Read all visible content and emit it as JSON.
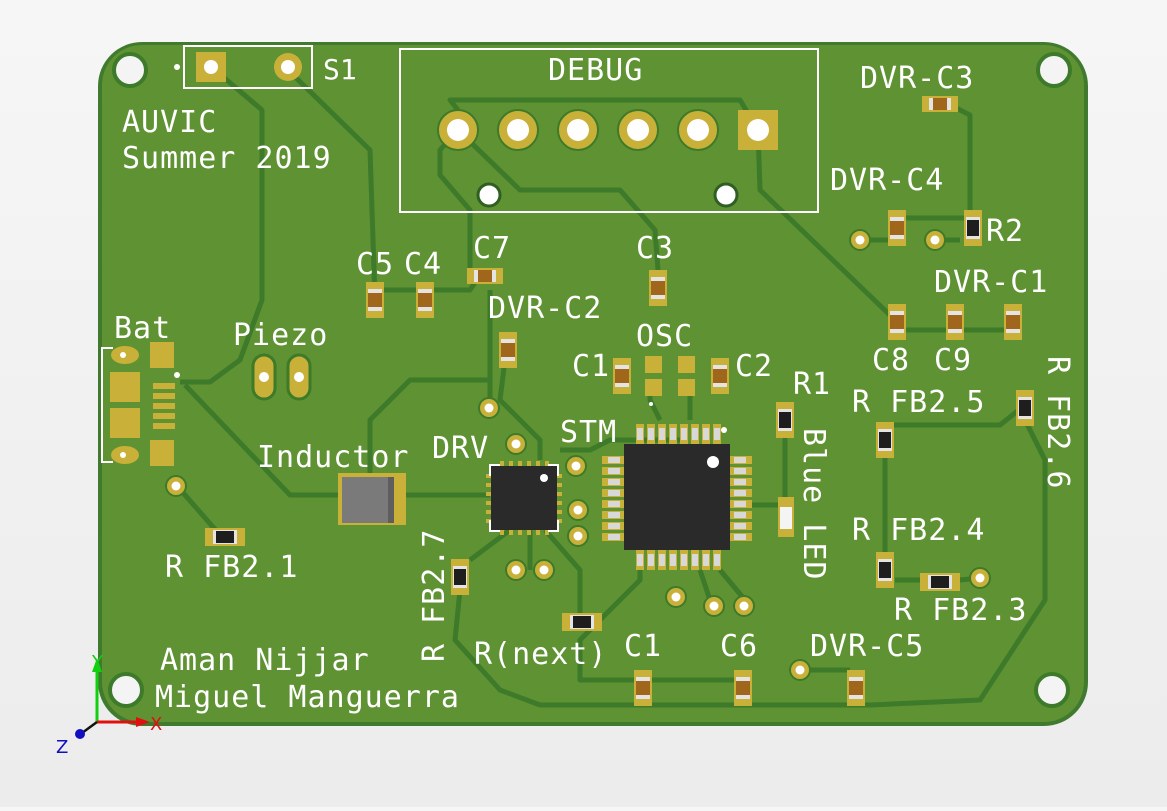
{
  "viewer": {
    "title": "PCB 3D View",
    "axes": {
      "x_label": "X",
      "y_label": "Y",
      "z_label": "Z"
    }
  },
  "colors": {
    "background": "#efefef",
    "board": "#5f9233",
    "board_edge": "#3f7a2e",
    "trace": "#3d7a2a",
    "copper_pad": "#c9b038",
    "silkscreen": "#ffffff",
    "ic_body": "#2a2a2a",
    "inductor_body": "#7a7a7a",
    "capacitor_body": "#a0661b",
    "resistor_body": "#1e1e1e",
    "axis_x": "#e01010",
    "axis_y": "#10d010",
    "axis_z": "#1010c0"
  },
  "board": {
    "header_text": [
      "AUVIC",
      "Summer 2019"
    ],
    "authors": [
      "Aman Nijjar",
      "Miguel Manguerra"
    ]
  },
  "labels": {
    "s1": "S1",
    "debug": "DEBUG",
    "dvr_c3": "DVR-C3",
    "dvr_c4": "DVR-C4",
    "r2": "R2",
    "dvr_c1": "DVR-C1",
    "c5": "C5",
    "c4": "C4",
    "c7": "C7",
    "c3": "C3",
    "dvr_c2": "DVR-C2",
    "osc": "OSC",
    "c1_top": "C1",
    "c2": "C2",
    "c8": "C8",
    "c9": "C9",
    "r1": "R1",
    "blue_led": "Blue LED",
    "r_fb2_5": "R FB2.5",
    "r_fb2_6": "R FB2.6",
    "r_fb2_4": "R FB2.4",
    "r_fb2_3": "R FB2.3",
    "bat": "Bat",
    "piezo": "Piezo",
    "inductor": "Inductor",
    "drv": "DRV",
    "stm": "STM",
    "r_fb2_7": "R FB2.7",
    "r_fb2_1": "R FB2.1",
    "r_next": "R(next)",
    "c1_bottom": "C1",
    "c6": "C6",
    "dvr_c5": "DVR-C5"
  },
  "components": {
    "debug_header_pins": 6,
    "stm_pins_per_side": 8,
    "drv_pins_per_side": 6
  }
}
